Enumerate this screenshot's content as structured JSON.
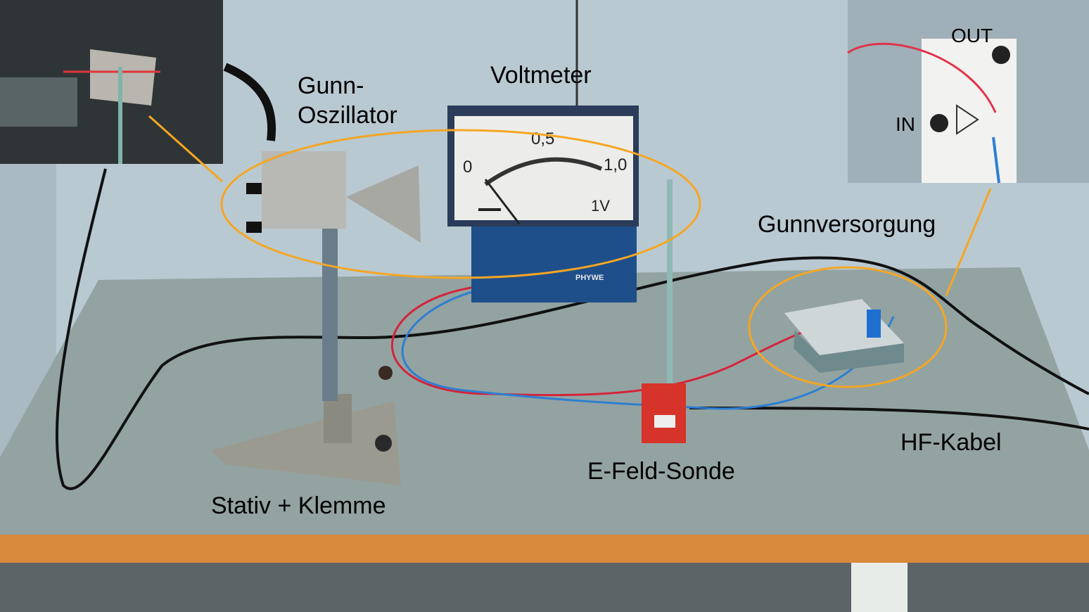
{
  "labels": {
    "gunn_line1": "Gunn-",
    "gunn_line2": "Oszillator",
    "voltmeter": "Voltmeter",
    "gunnversorgung": "Gunnversorgung",
    "hf_kabel": "HF-Kabel",
    "e_feld_sonde": "E-Feld-Sonde",
    "stativ": "Stativ + Klemme"
  },
  "inset_right": {
    "out": "OUT",
    "in": "IN"
  },
  "meter": {
    "scale_min": "0",
    "scale_mid": "0,5",
    "scale_max": "1,0",
    "range": "1V",
    "brand": "PHYWE"
  },
  "colors": {
    "callout": "#f5a623",
    "wall": "#b9c9d1",
    "table": "#93a3a2",
    "table_edge": "#d98a3c"
  }
}
